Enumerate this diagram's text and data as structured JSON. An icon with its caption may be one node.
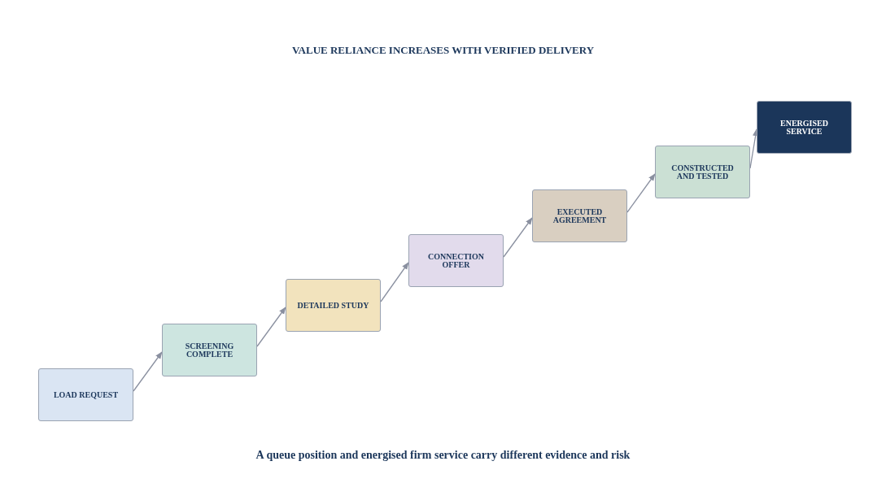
{
  "diagram": {
    "title": "VALUE RELIANCE INCREASES WITH VERIFIED DELIVERY",
    "caption": "A queue position and energised firm service carry different evidence and risk",
    "nodes": [
      {
        "text": [
          "LOAD REQUEST"
        ]
      },
      {
        "text": [
          "SCREENING COMPLETE"
        ]
      },
      {
        "text": [
          "DETAILED STUDY"
        ]
      },
      {
        "text": [
          "CONNECTION OFFER"
        ]
      },
      {
        "text": [
          "EXECUTED AGREEMENT"
        ]
      },
      {
        "text": [
          "CONSTRUCTED AND TESTED"
        ]
      },
      {
        "text": [
          "ENERGISED SERVICE"
        ]
      }
    ],
    "edges": [
      {
        "from": 0,
        "to": 1,
        "arrow": "to"
      },
      {
        "from": 1,
        "to": 2,
        "arrow": "to"
      },
      {
        "from": 2,
        "to": 3,
        "arrow": "to"
      },
      {
        "from": 3,
        "to": 4,
        "arrow": "to"
      },
      {
        "from": 4,
        "to": 5,
        "arrow": "to"
      },
      {
        "from": 5,
        "to": 6,
        "arrow": "to"
      }
    ]
  }
}
